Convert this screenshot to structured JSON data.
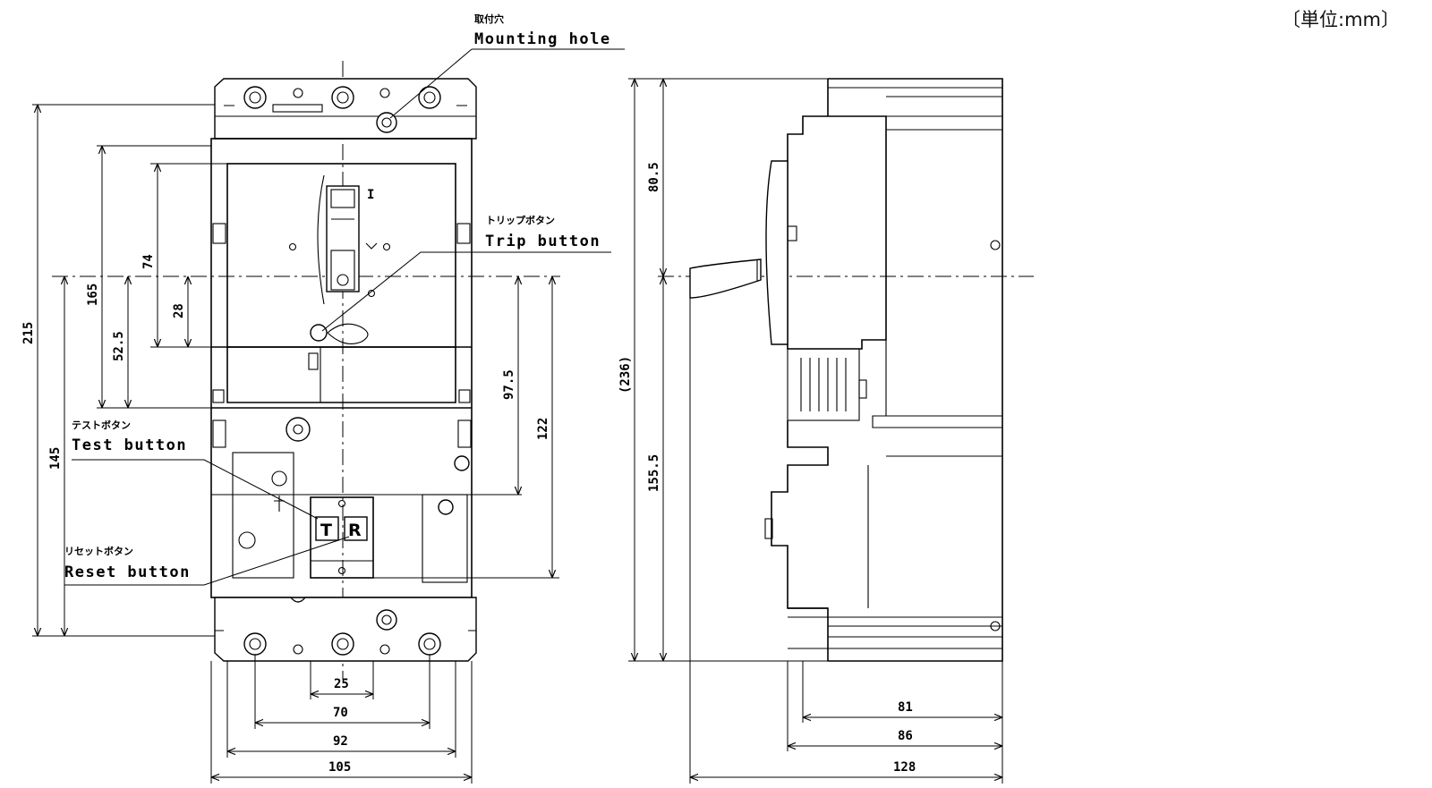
{
  "unit_label": "〔単位:mm〕",
  "labels": {
    "mounting_hole_jp": "取付穴",
    "mounting_hole_en": "Mounting hole",
    "trip_button_jp": "トリップボタン",
    "trip_button_en": "Trip button",
    "test_button_jp": "テストボタン",
    "test_button_en": "Test button",
    "reset_button_jp": "リセットボタン",
    "reset_button_en": "Reset button",
    "handle_on_mark": "I",
    "test_letter": "T",
    "reset_letter": "R"
  },
  "dimensions": {
    "front_height_overall": "215",
    "front_mount_to_bottom": "145",
    "front_upper_165": "165",
    "front_52_5": "52.5",
    "front_74": "74",
    "front_28": "28",
    "front_97_5": "97.5",
    "front_122": "122",
    "width_25": "25",
    "width_70": "70",
    "width_92": "92",
    "width_105": "105",
    "side_upper": "80.5",
    "side_total": "(236)",
    "side_lower": "155.5",
    "depth_81": "81",
    "depth_86": "86",
    "depth_128": "128"
  }
}
